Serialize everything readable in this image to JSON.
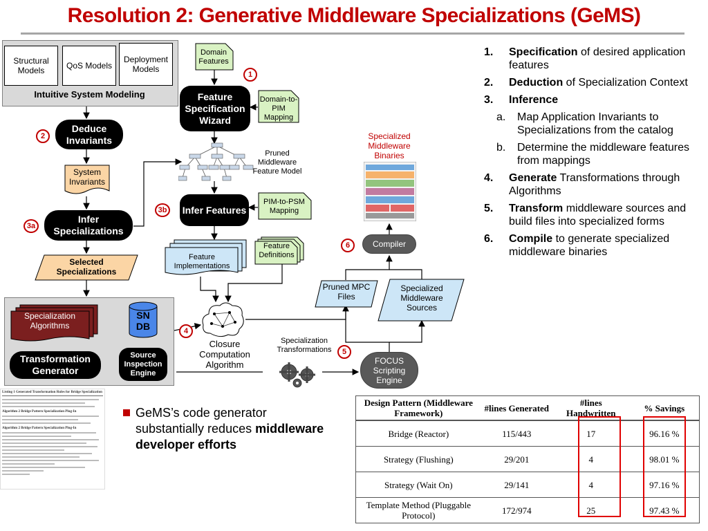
{
  "title": "Resolution 2: Generative Middleware Specializations (GeMS)",
  "diagram": {
    "models": [
      "Structural Models",
      "QoS Models",
      "Deployment Models"
    ],
    "modeling_label": "Intuitive System Modeling",
    "domain_features": "Domain Features",
    "feature_spec_wizard": "Feature Specification Wizard",
    "domain_to_pim": "Domain-to-PIM Mapping",
    "deduce_invariants": "Deduce Invariants",
    "system_invariants": "System Invariants",
    "pruned_feature_model": "Pruned Middleware Feature Model",
    "infer_specializations": "Infer Specializations",
    "infer_features": "Infer Features",
    "pim_to_psm": "PIM-to-PSM Mapping",
    "selected_specializations": "Selected Specializations",
    "feature_implementations": "Feature Implementations",
    "feature_definitions": "Feature Definitions",
    "specialization_algorithms": "Specialization Algorithms",
    "sn_db": "SN DB",
    "transformation_generator": "Transformation Generator",
    "source_inspection_engine": "Source Inspection Engine",
    "closure_algorithm": "Closure Computation Algorithm",
    "specialization_transformations": "Specialization Transformations",
    "focus_engine": "FOCUS Scripting Engine",
    "pruned_mpc_files": "Pruned MPC Files",
    "specialized_sources": "Specialized Middleware Sources",
    "compiler": "Compiler",
    "specialized_binaries": "Specialized Middleware Binaries",
    "step_numbers": [
      "1",
      "2",
      "3a",
      "3b",
      "4",
      "5",
      "6"
    ]
  },
  "steps": [
    {
      "num": "1.",
      "bold": "Specification",
      "rest": " of desired application features"
    },
    {
      "num": "2.",
      "bold": "Deduction",
      "rest": " of Specialization Context"
    },
    {
      "num": "3.",
      "bold": "Inference",
      "rest": ""
    },
    {
      "num": "a.",
      "bold": "",
      "rest": "Map Application Invariants to Specializations from the catalog",
      "sub": true
    },
    {
      "num": "b.",
      "bold": "",
      "rest": "Determine the middleware features from mappings",
      "sub": true
    },
    {
      "num": "4.",
      "bold": "Generate",
      "rest": " Transformations through Algorithms"
    },
    {
      "num": "5.",
      "bold": "Transform",
      "rest": " middleware sources and build files into specialized forms"
    },
    {
      "num": "6.",
      "bold": "Compile",
      "rest": " to generate specialized middleware binaries"
    }
  ],
  "bullet": {
    "plain": "GeMS’s code generator substantially reduces ",
    "bold": "middleware developer efforts"
  },
  "table": {
    "headers": [
      "Design Pattern (Middleware Framework)",
      "#lines Generated",
      "#lines Handwritten",
      "% Savings"
    ],
    "rows": [
      [
        "Bridge (Reactor)",
        "115/443",
        "17",
        "96.16 %"
      ],
      [
        "Strategy (Flushing)",
        "29/201",
        "4",
        "98.01 %"
      ],
      [
        "Strategy (Wait On)",
        "29/141",
        "4",
        "97.16 %"
      ],
      [
        "Template Method (Pluggable Protocol)",
        "172/974",
        "25",
        "97.43 %"
      ]
    ]
  },
  "listing": {
    "listing1": "Listing 1 Generated Transformation Rules for Bridge Specialization",
    "algo2": "Algorithm 2 Bridge Pattern Specialization Plug-In",
    "algo2b": "Algorithm 2 Bridge Pattern Specialization Plug-In"
  },
  "colors": {
    "title": "#c00000",
    "accent_orange": "#fbd5a5",
    "accent_blue": "#cde6f7",
    "accent_green": "#d9f2c3",
    "dark_red": "#7b1f1f"
  }
}
